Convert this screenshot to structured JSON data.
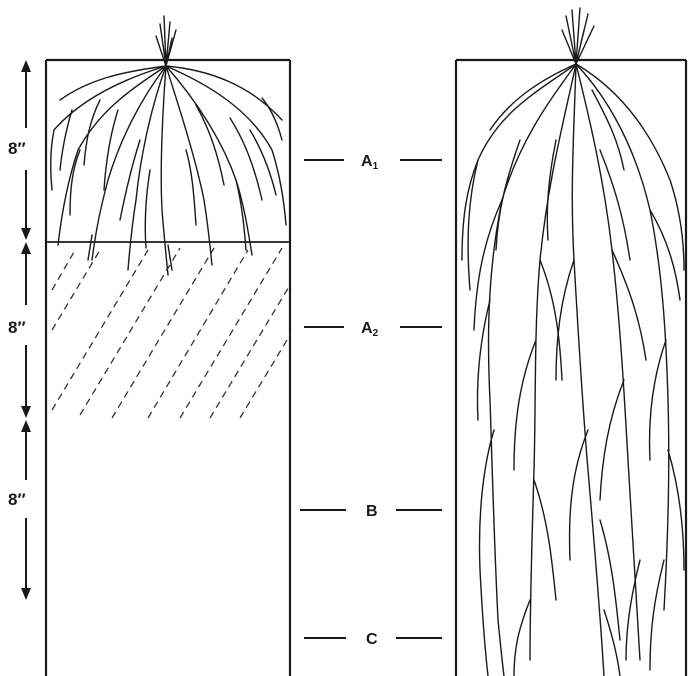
{
  "depth_markers": [
    {
      "label": "8″"
    },
    {
      "label": "8″"
    },
    {
      "label": "8″"
    }
  ],
  "horizons": [
    {
      "letter": "A",
      "sub": "1"
    },
    {
      "letter": "A",
      "sub": "2"
    },
    {
      "letter": "B",
      "sub": ""
    },
    {
      "letter": "C",
      "sub": ""
    }
  ],
  "colors": {
    "ink": "#1a1a1a",
    "background": "#ffffff"
  }
}
